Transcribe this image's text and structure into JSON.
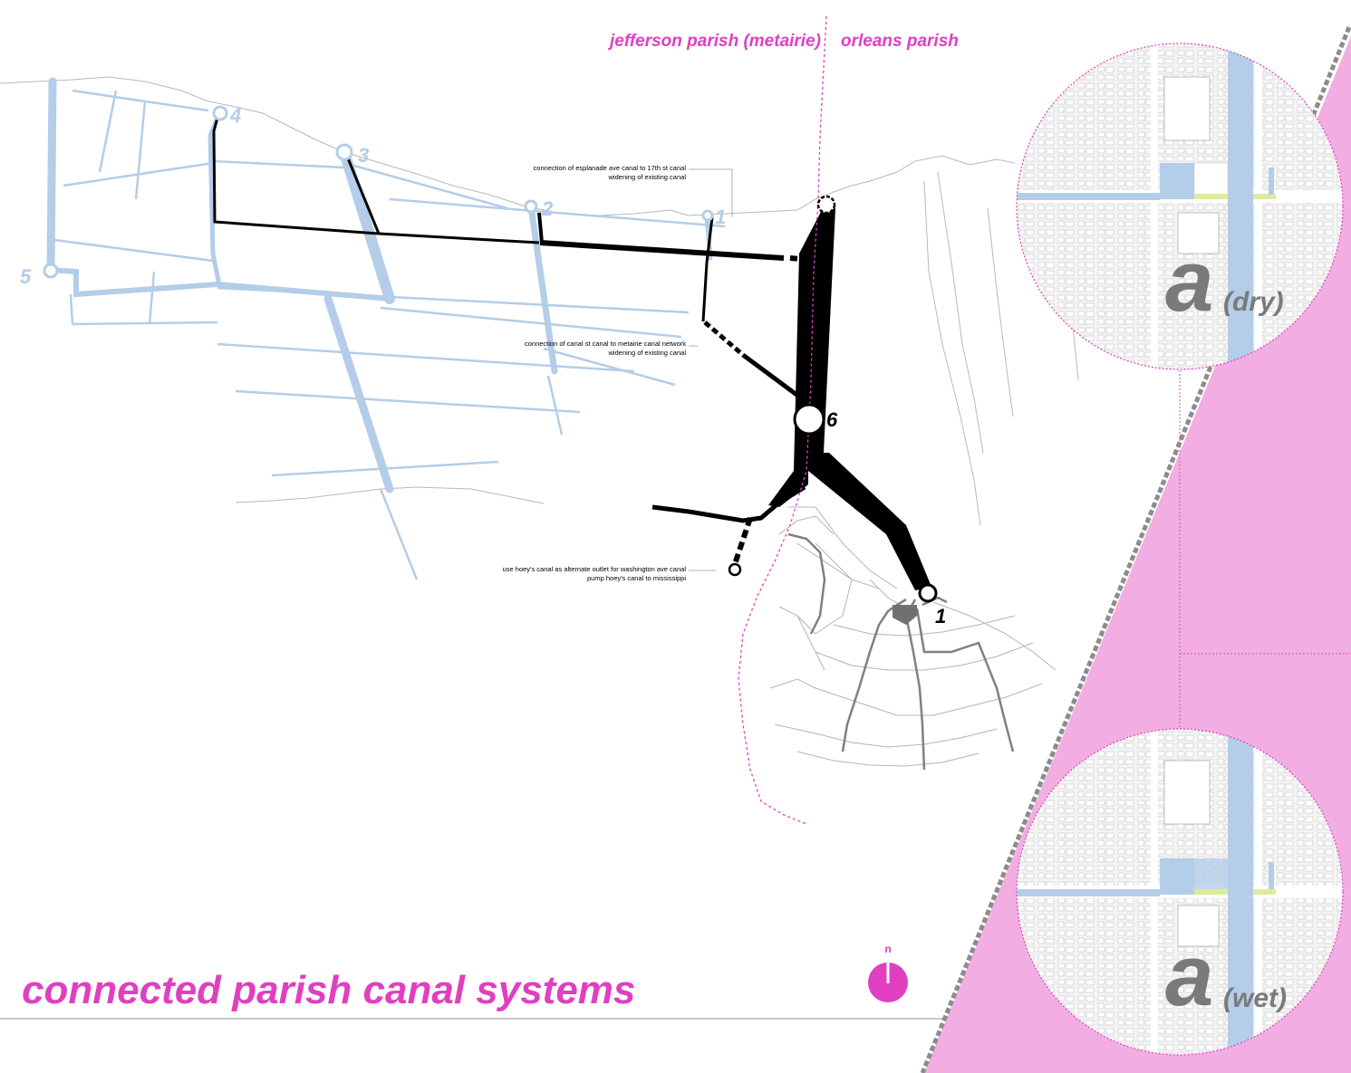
{
  "title": "connected parish canal systems",
  "parish_labels": {
    "left": "jefferson parish (metairie)",
    "right": "orleans parish"
  },
  "pump_stations": {
    "jefferson": [
      "1",
      "2",
      "3",
      "4",
      "5"
    ],
    "orleans": [
      "6",
      "1"
    ]
  },
  "annotations": [
    {
      "id": "esplanade",
      "lines": [
        "connection of esplanade ave canal to 17th st canal",
        "widening of existing canal"
      ]
    },
    {
      "id": "canal-st",
      "lines": [
        "connection of canal st canal to metairie canal network",
        "widening of existing canal"
      ]
    },
    {
      "id": "hoeys",
      "lines": [
        "use hoey's canal as alternate outlet for washington ave canal",
        "pump hoey's canal to mississippi"
      ]
    }
  ],
  "insets": [
    {
      "letter": "a",
      "condition": "(dry)"
    },
    {
      "letter": "a",
      "condition": "(wet)"
    }
  ],
  "north_arrow": {
    "label": "n"
  },
  "colors": {
    "accent": "#e040c0",
    "pink_panel": "#f2aee2",
    "canal_blue": "#b4cde8",
    "proposed_black": "#000000",
    "orleans_gray": "#888888"
  }
}
